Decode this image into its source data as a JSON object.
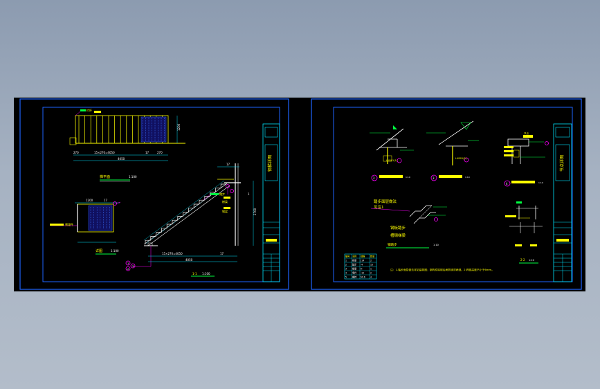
{
  "viewer": {
    "background": "#9aa7b8",
    "canvas_color": "#000000"
  },
  "colors": {
    "frame": "#1e64ff",
    "cyan": "#00e5ff",
    "yellow": "#ffff00",
    "magenta": "#ff00ff",
    "green": "#00ff40",
    "white": "#ffffff",
    "red": "#ff2020"
  },
  "sheet1": {
    "views": [
      {
        "id": "plan",
        "title": "梯平面",
        "scale": "1:100"
      },
      {
        "id": "detail",
        "title": "详图",
        "scale": "1:100"
      },
      {
        "id": "section",
        "title": "1-1",
        "scale": "1:100"
      }
    ],
    "dims": {
      "plan_left": "270",
      "plan_run": "15×270=4050",
      "plan_mid": "17",
      "plan_right": "270",
      "plan_total": "4050",
      "plan_height": "1200",
      "sec_top": "17",
      "sec_run": "15×270=4050",
      "sec_mid": "17",
      "sec_total": "4050",
      "sec_height": "2700",
      "detail_width": "1200",
      "detail_dim": "17"
    },
    "labels": {
      "railing": "栏杆",
      "tread": "踏步",
      "stringer": "梯梁",
      "beam": "钢梁",
      "embed": "预埋件"
    },
    "section_mark": "1",
    "callouts": [
      "1",
      "2",
      "3"
    ],
    "title_block": {
      "drawing_name": "钢梯详图"
    }
  },
  "sheet2": {
    "details": [
      {
        "id": "d1",
        "ref": "LUB01(1)",
        "num": "2",
        "scale": "1:10"
      },
      {
        "id": "d2",
        "ref": "LUB01(2)",
        "num": "3",
        "scale": "1:10"
      },
      {
        "id": "d3",
        "ref": "节点",
        "num": "4",
        "scale": "1:10"
      }
    ],
    "detail_labels": {
      "note_a": "踏步面层做法",
      "note_b": "见注1",
      "note_c": "钢板踏步",
      "note_d": "槽钢梯梁",
      "tread_caption": "钢踏步",
      "tread_scale": "1:10",
      "bolt_caption": "2-2",
      "bolt_scale": "1:10"
    },
    "notes": "注：1.踏步面层做法详见建筑图；钢构件除锈后刷防锈漆两道。2.焊缝高度不小于6mm。",
    "table": {
      "headers": [
        "编号",
        "名称",
        "规格",
        "数量"
      ],
      "rows": [
        [
          "1",
          "梯梁",
          "[14",
          "2"
        ],
        [
          "2",
          "踏步",
          "-4",
          "15"
        ],
        [
          "3",
          "钢梁",
          "H",
          "1"
        ],
        [
          "4",
          "埋件",
          "-10",
          "2"
        ],
        [
          "5",
          "螺栓",
          "M16",
          "4"
        ]
      ]
    },
    "title_block": {
      "drawing_name": "节点详图"
    }
  }
}
